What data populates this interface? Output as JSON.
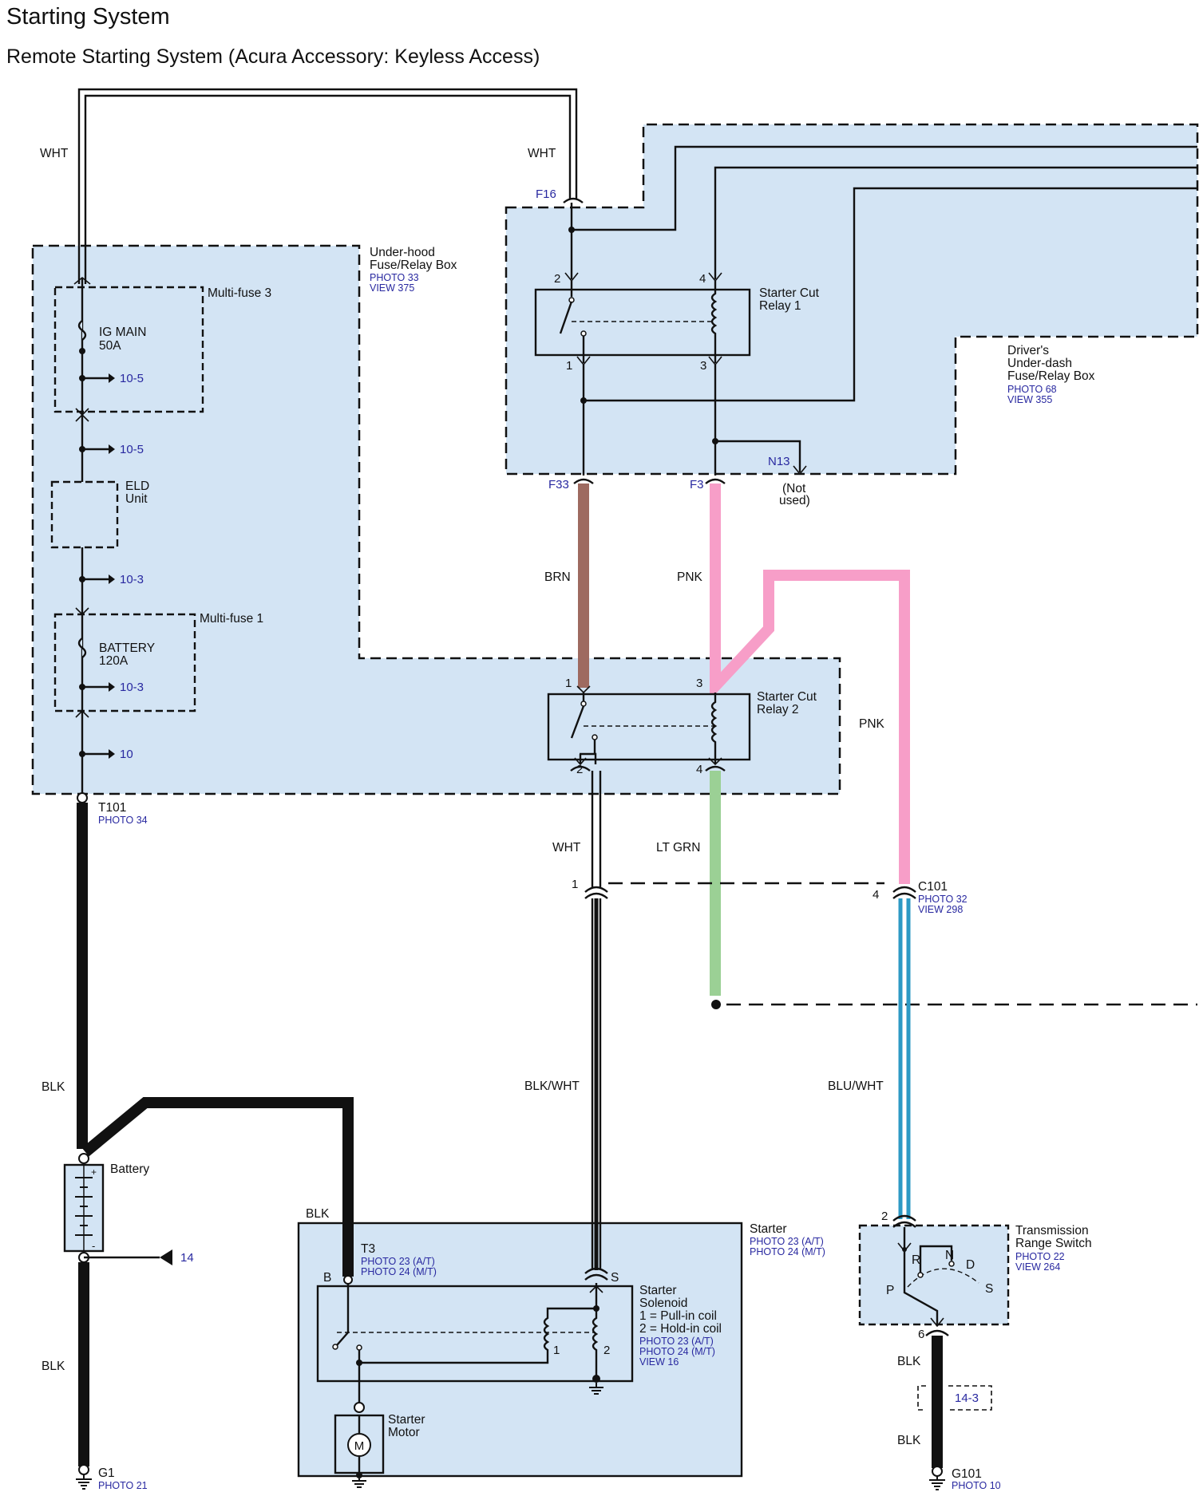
{
  "title": "Starting System",
  "subtitle": "Remote Starting System (Acura Accessory: Keyless Access)",
  "colors": {
    "box_fill": "#d3e4f4",
    "brn": "#9e6a60",
    "pnk": "#f79ec8",
    "lt_grn": "#9bd095",
    "blu": "#2d9ac4",
    "ref_text": "#2828a0"
  },
  "under_hood_box": {
    "name": "Under-hood",
    "name2": "Fuse/Relay Box",
    "photo": "PHOTO 33",
    "view": "VIEW 375"
  },
  "multifuse3": {
    "label": "Multi-fuse 3",
    "fuse_name": "IG MAIN",
    "fuse_rating": "50A",
    "ref": "10-5"
  },
  "ref_10_5b": "10-5",
  "eld": {
    "line1": "ELD",
    "line2": "Unit"
  },
  "ref_10_3a": "10-3",
  "multifuse1": {
    "label": "Multi-fuse 1",
    "fuse_name": "BATTERY",
    "fuse_rating": "120A",
    "ref": "10-3"
  },
  "ref_10": "10",
  "t101": {
    "name": "T101",
    "photo": "PHOTO 34"
  },
  "drivers_box": {
    "line1": "Driver's",
    "line2": "Under-dash",
    "line3": "Fuse/Relay Box",
    "photo": "PHOTO 68",
    "view": "VIEW 355"
  },
  "f16": "F16",
  "relay1": {
    "line1": "Starter Cut",
    "line2": "Relay 1",
    "pin2": "2",
    "pin4": "4",
    "pin1": "1",
    "pin3": "3"
  },
  "n13": "N13",
  "not_used": {
    "line1": "(Not",
    "line2": "used)"
  },
  "f33": "F33",
  "f3": "F3",
  "relay2": {
    "line1": "Starter Cut",
    "line2": "Relay 2",
    "pin1": "1",
    "pin3": "3",
    "pin2": "2",
    "pin4": "4"
  },
  "wires": {
    "wht_left": "WHT",
    "wht_right": "WHT",
    "brn": "BRN",
    "pnk1": "PNK",
    "pnk2": "PNK",
    "wht_relay2": "WHT",
    "lt_grn": "LT GRN",
    "blk1": "BLK",
    "blk2": "BLK",
    "blk_t3": "BLK",
    "blk_wht": "BLK/WHT",
    "blu_wht": "BLU/WHT",
    "blk_trs1": "BLK",
    "blk_trs2": "BLK"
  },
  "c101": {
    "name": "C101",
    "photo": "PHOTO 32",
    "view": "VIEW 298",
    "pin1": "1",
    "pin4": "4"
  },
  "battery": {
    "label": "Battery",
    "plus": "+",
    "minus": "-",
    "ref": "14"
  },
  "starter": {
    "name": "Starter",
    "photo_at": "PHOTO 23 (A/T)",
    "photo_mt": "PHOTO 24 (M/T)"
  },
  "t3": {
    "name": "T3",
    "photo_at": "PHOTO 23 (A/T)",
    "photo_mt": "PHOTO 24 (M/T)",
    "pin_b": "B",
    "pin_s": "S"
  },
  "solenoid": {
    "line1": "Starter",
    "line2": "Solenoid",
    "line3": "1 = Pull-in coil",
    "line4": "2 = Hold-in coil",
    "photo_at": "PHOTO 23 (A/T)",
    "photo_mt": "PHOTO 24 (M/T)",
    "view": "VIEW 16",
    "coil1": "1",
    "coil2": "2"
  },
  "motor": {
    "line1": "Starter",
    "line2": "Motor",
    "symbol": "M"
  },
  "g1": {
    "name": "G1",
    "photo": "PHOTO 21"
  },
  "trs": {
    "line1": "Transmission",
    "line2": "Range Switch",
    "photo": "PHOTO 22",
    "view": "VIEW 264",
    "pin2": "2",
    "pin6": "6",
    "pos_r": "R",
    "pos_n": "N",
    "pos_d": "D",
    "pos_p": "P",
    "pos_s": "S"
  },
  "ref_14_3": "14-3",
  "g101": {
    "name": "G101",
    "photo": "PHOTO 10"
  }
}
